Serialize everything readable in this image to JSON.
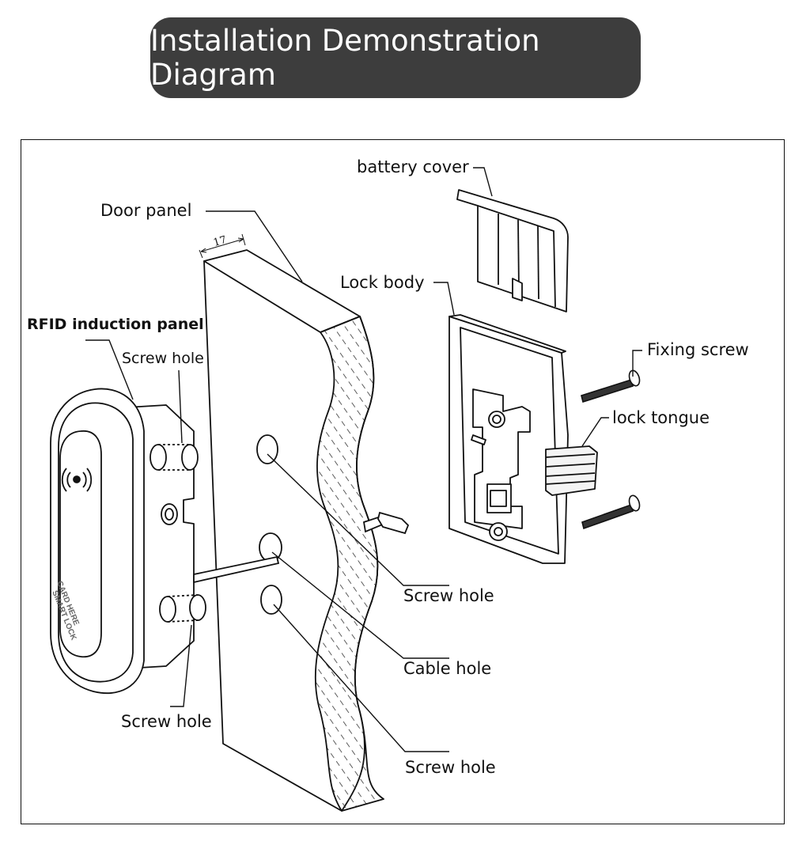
{
  "title": "Installation Demonstration Diagram",
  "dimension": "17",
  "panel_text": [
    "CARD HERE",
    "SMART LOCK"
  ],
  "labels": {
    "battery_cover": "battery cover",
    "door_panel": "Door panel",
    "lock_body": "Lock body",
    "rfid_panel": "RFID induction panel",
    "screw_hole_top": "Screw hole",
    "fixing_screw": "Fixing screw",
    "lock_tongue": "lock tongue",
    "screw_hole_mid": "Screw hole",
    "cable_hole": "Cable hole",
    "screw_hole_bottom_left": "Screw hole",
    "screw_hole_bottom": "Screw hole"
  }
}
